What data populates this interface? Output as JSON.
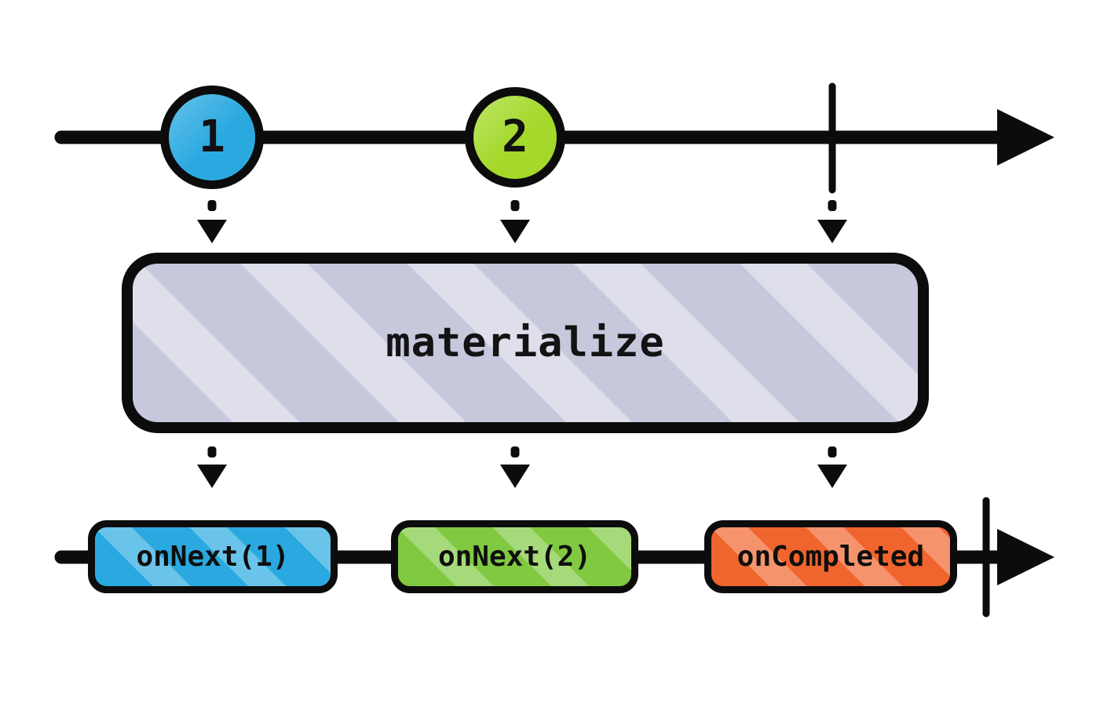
{
  "diagram": {
    "kind": "marble-diagram",
    "operator": {
      "label": "materialize",
      "fill": "#c7c8dc"
    },
    "input_timeline": {
      "events": [
        {
          "label": "1",
          "color": "#2aa9e0"
        },
        {
          "label": "2",
          "color": "#a4d92b"
        }
      ],
      "completed": true
    },
    "output_timeline": {
      "events": [
        {
          "label": "onNext(1)",
          "color": "#2aa9e0"
        },
        {
          "label": "onNext(2)",
          "color": "#80c941"
        },
        {
          "label": "onCompleted",
          "color": "#f0642d"
        }
      ],
      "completed": true
    },
    "colors": {
      "stroke": "#0c0c0c",
      "background": "#ffffff"
    }
  }
}
